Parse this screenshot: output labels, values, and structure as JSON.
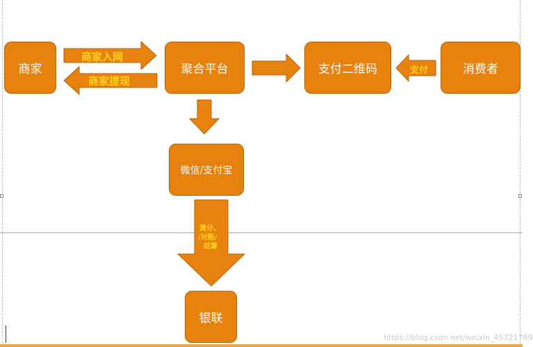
{
  "nodes": {
    "merchant": "商家",
    "aggregator": "聚合平台",
    "payment_qr": "支付二维码",
    "consumer": "消费者",
    "wechat_alipay": "微信/支付宝",
    "unionpay": "银联"
  },
  "edge_labels": {
    "merchant_onboard": "商家入网",
    "merchant_withdraw": "商家提现",
    "pay": "支付",
    "settle_line1": "清分、",
    "settle_line2": "/对账/",
    "settle_line3": "结算"
  },
  "watermark": "https://blog.csdn.net/weixin_45721789",
  "colors": {
    "node_fill": "#e8820f",
    "node_border": "#b86007",
    "arrow_fill": "#e8820f",
    "label_text": "#ffd21a"
  }
}
